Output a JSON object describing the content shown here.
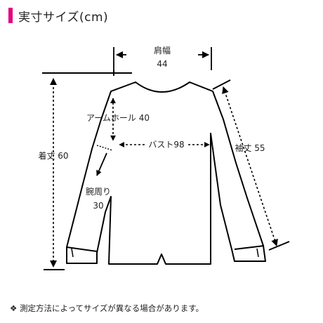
{
  "header": {
    "title": "実寸サイズ(cm)"
  },
  "labels": {
    "shoulder": "肩幅",
    "shoulder_value": "44",
    "armhole": "アームホール 40",
    "bust": "バスト98",
    "length": "着丈 60",
    "sleeve": "袖丈 55",
    "cuff": "腕周り",
    "cuff_value": "30"
  },
  "footer": {
    "note": "❖ 測定方法によってサイズが異なる場合があります。"
  }
}
